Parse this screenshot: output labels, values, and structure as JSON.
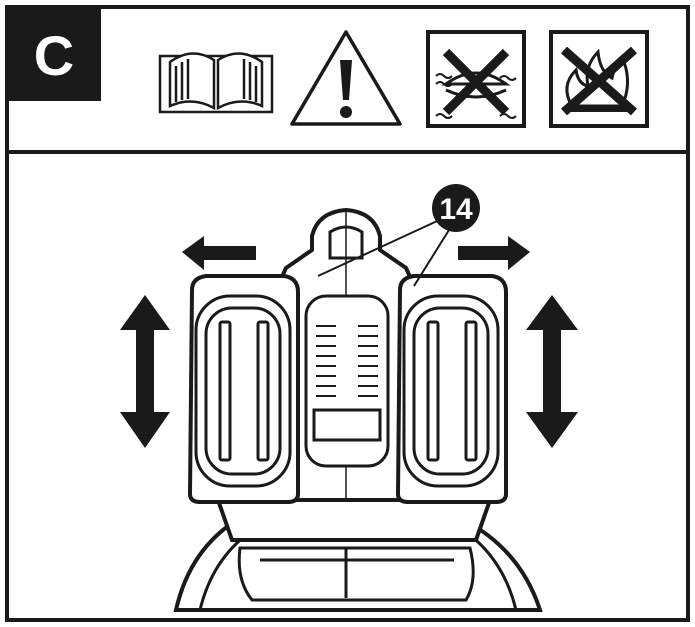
{
  "header": {
    "section_label": "C",
    "icons": [
      "read-manual-icon",
      "warning-icon",
      "no-water-immersion-icon",
      "no-fire-icon"
    ]
  },
  "illustration": {
    "callout_number": "14",
    "arrows": [
      "left-arrow",
      "right-arrow",
      "up-down-arrow-left",
      "up-down-arrow-right"
    ]
  },
  "colors": {
    "ink": "#1a1a1a",
    "paper": "#ffffff"
  }
}
